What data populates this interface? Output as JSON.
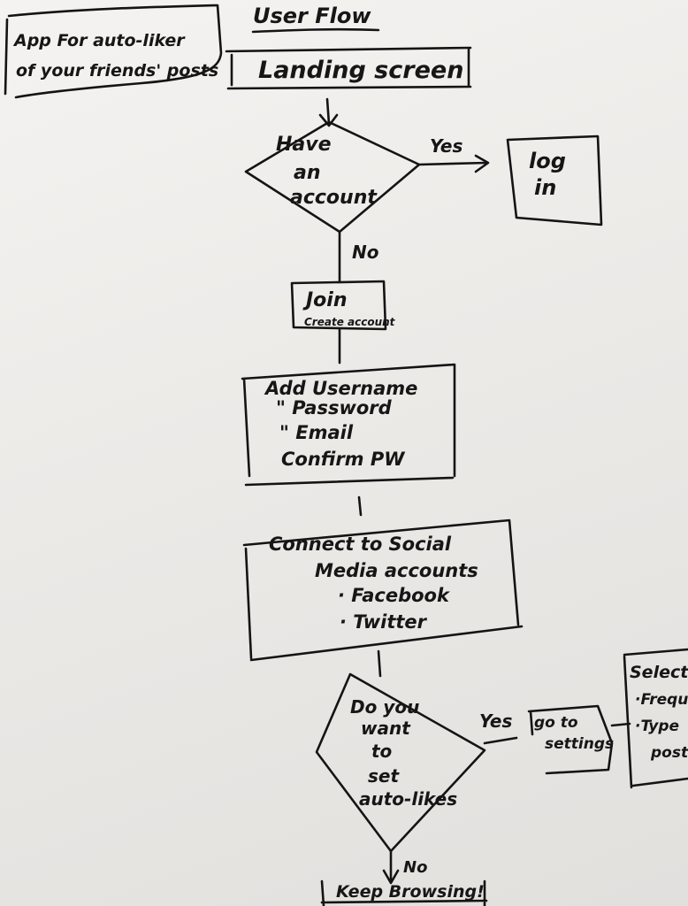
{
  "title": "User Flow",
  "note": [
    "App For auto-liker",
    "of your friends' posts"
  ],
  "nodes": {
    "landing": "Landing screen",
    "have_account": [
      "Have",
      "an",
      "account"
    ],
    "login": [
      "log",
      "in"
    ],
    "join": [
      "Join",
      "Create account"
    ],
    "add_fields": [
      "Add Username",
      "\"   Password",
      "\"   Email",
      "Confirm PW"
    ],
    "connect": [
      "Connect to Social",
      "Media accounts",
      "· Facebook",
      "· Twitter"
    ],
    "want_autolikes": [
      "Do you",
      "want",
      "to",
      "set",
      "auto-likes"
    ],
    "settings": [
      "go to",
      "settings"
    ],
    "select": [
      "Select",
      "·Frequ",
      "·Type",
      "posts"
    ],
    "keep_browsing": "Keep Browsing!"
  },
  "edges": {
    "yes1": "Yes",
    "no1": "No",
    "yes2": "Yes",
    "no2": "No"
  }
}
